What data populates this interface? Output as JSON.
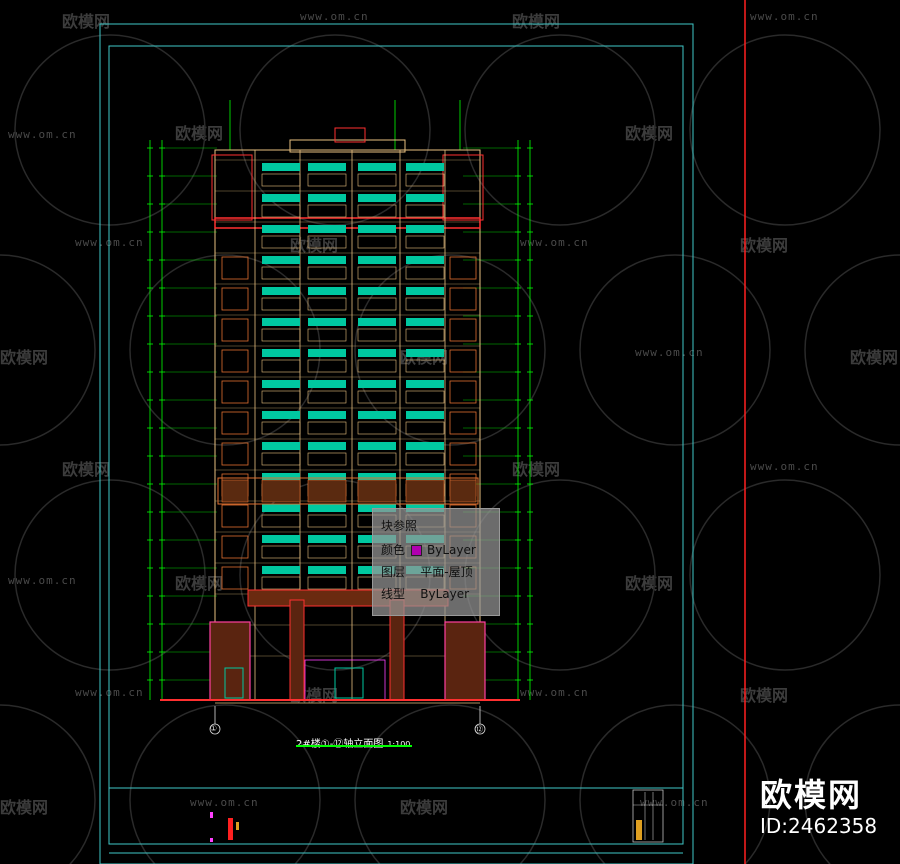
{
  "drawing": {
    "title": "2#楼①-⑫轴立面图",
    "scale": "1:100",
    "axis_left": "①",
    "axis_right": "⑫"
  },
  "tooltip": {
    "title": "块参照",
    "color_label": "颜色",
    "color_value": "ByLayer",
    "layer_label": "图层",
    "layer_value": "平面-屋顶",
    "linetype_label": "线型",
    "linetype_value": "ByLayer"
  },
  "watermark": {
    "url": "www.om.cn",
    "logo": "欧模网"
  },
  "brand": {
    "name": "欧模网",
    "id": "ID:2462358"
  },
  "colors": {
    "background": "#000000",
    "frame": "#40c8c8",
    "window": "#00c8a0",
    "facade": "#e8c080",
    "base_texture": "#d06030",
    "red_outline": "#ff3030",
    "dimension": "#00ff00",
    "red_line": "#ff2020"
  }
}
